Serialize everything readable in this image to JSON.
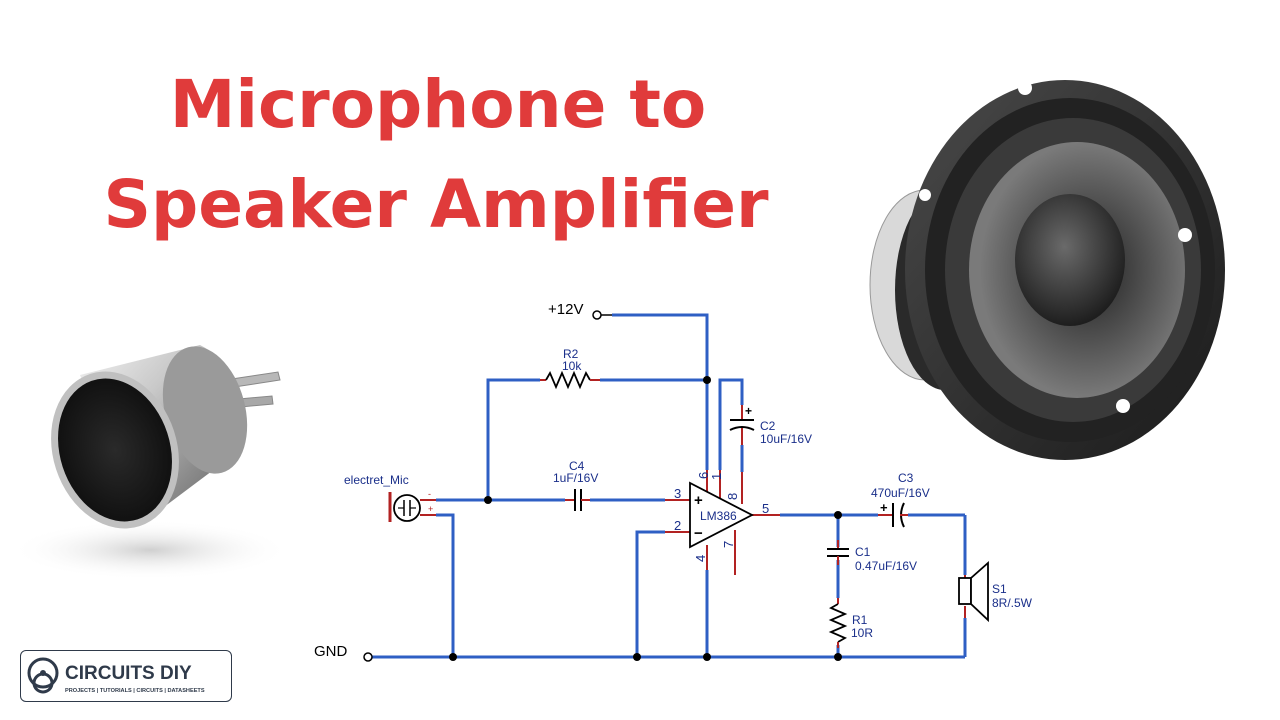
{
  "title": {
    "line1": "Microphone to",
    "line2": "Speaker Amplifier"
  },
  "colors": {
    "title": "#e03b3b",
    "wire": "#2f5fc4",
    "component": "#000000",
    "lead": "#b22222",
    "label": "#1a2f8a"
  },
  "schematic": {
    "supply": "+12V",
    "ground": "GND",
    "mic": {
      "name": "electret_Mic",
      "minus": "-",
      "plus": "+"
    },
    "ic": {
      "name": "LM386",
      "pins": {
        "p1": "1",
        "p2": "2",
        "p3": "3",
        "p4": "4",
        "p5": "5",
        "p6": "6",
        "p7": "7",
        "p8": "8"
      },
      "plus": "+",
      "minus": "−"
    },
    "r2": {
      "name": "R2",
      "value": "10k"
    },
    "c4": {
      "name": "C4",
      "value": "1uF/16V"
    },
    "c2": {
      "name": "C2",
      "value": "10uF/16V",
      "polarity": "+"
    },
    "c3": {
      "name": "C3",
      "value": "470uF/16V",
      "polarity": "+"
    },
    "c1": {
      "name": "C1",
      "value": "0.47uF/16V"
    },
    "r1": {
      "name": "R1",
      "value": "10R"
    },
    "s1": {
      "name": "S1",
      "value": "8R/.5W"
    }
  },
  "logo": {
    "name": "CIRCUITS DIY",
    "tagline": "PROJECTS | TUTORIALS | CIRCUITS | DATASHEETS"
  },
  "photos": {
    "mic_icon": "electret-microphone-photo",
    "speaker_icon": "loudspeaker-photo"
  }
}
